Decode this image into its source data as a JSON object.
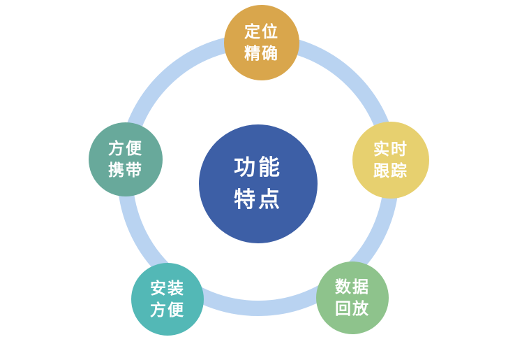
{
  "diagram": {
    "title": "功能特点",
    "ring_color": "#b9d3f1",
    "center": {
      "line1": "功能",
      "line2": "特点",
      "color": "#3d5fa6",
      "text_color": "#ffffff"
    },
    "nodes": [
      {
        "name": "定位精确",
        "line1": "定位",
        "line2": "精确",
        "color": "#d9a64c",
        "position": "top"
      },
      {
        "name": "实时跟踪",
        "line1": "实时",
        "line2": "跟踪",
        "color": "#e7d06f",
        "position": "right"
      },
      {
        "name": "数据回放",
        "line1": "数据",
        "line2": "回放",
        "color": "#8ec38c",
        "position": "bottom-right"
      },
      {
        "name": "安装方便",
        "line1": "安装",
        "line2": "方便",
        "color": "#53b8b6",
        "position": "bottom-left"
      },
      {
        "name": "方便携带",
        "line1": "方便",
        "line2": "携带",
        "color": "#68a99b",
        "position": "left"
      }
    ]
  }
}
